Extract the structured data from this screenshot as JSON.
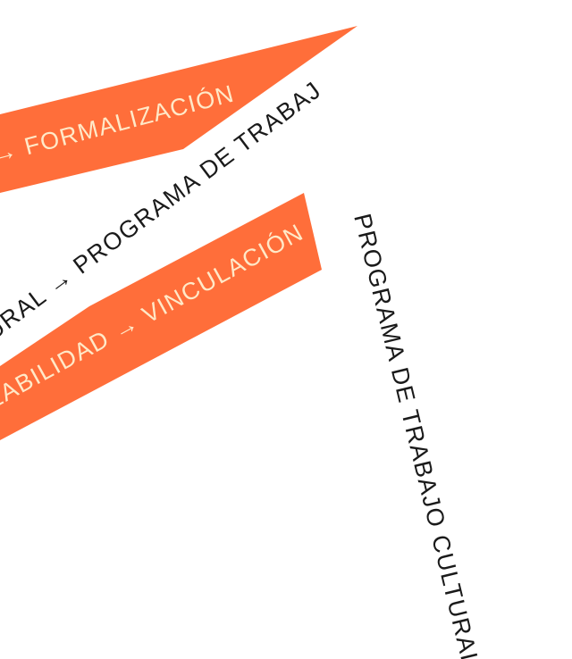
{
  "colors": {
    "band": "#ff6e3a",
    "band_text": "#ffe9c8",
    "text": "#1a1a1a",
    "background": "#ffffff"
  },
  "bands": [
    {
      "label": "→ FORMALIZACIÓN"
    },
    {
      "label": "LABILIDAD → VINCULACIÓN"
    }
  ],
  "lines": [
    {
      "label": "URAL → PROGRAMA DE TRABAJ"
    },
    {
      "label": "PROGRAMA DE TRABAJO CULTURAL"
    }
  ]
}
